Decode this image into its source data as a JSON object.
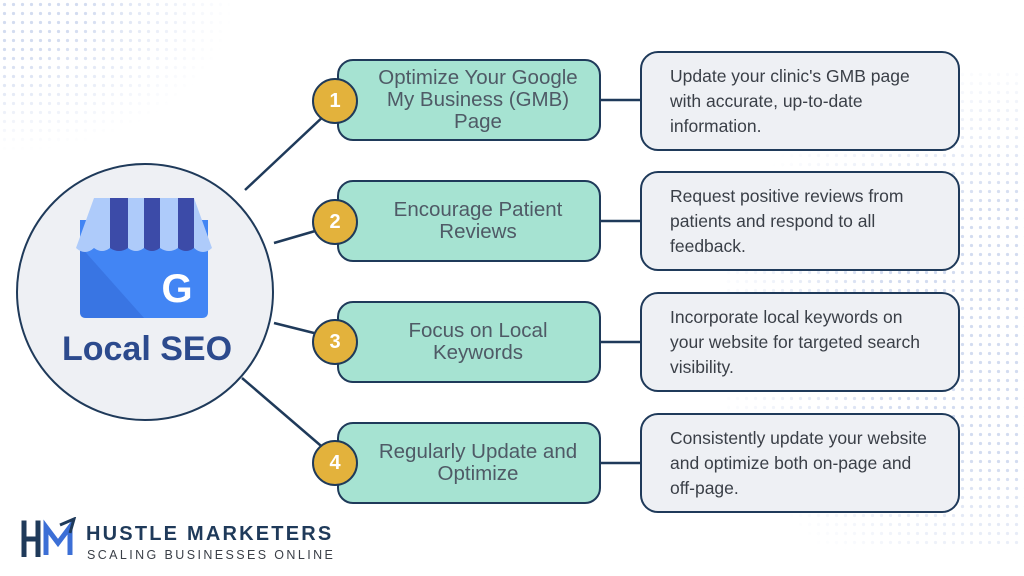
{
  "center": {
    "title": "Local SEO",
    "icon": "google-my-business-store-icon"
  },
  "steps": [
    {
      "number": "1",
      "title": "Optimize Your Google My Business (GMB) Page",
      "description": "Update your clinic's GMB page with accurate, up-to-date information."
    },
    {
      "number": "2",
      "title": "Encourage Patient Reviews",
      "description": "Request positive reviews from patients and respond to all feedback."
    },
    {
      "number": "3",
      "title": "Focus on Local Keywords",
      "description": "Incorporate local keywords on your website for targeted search visibility."
    },
    {
      "number": "4",
      "title": "Regularly Update and Optimize",
      "description": "Consistently update your website and optimize both on-page and off-page."
    }
  ],
  "brand": {
    "name": "HUSTLE MARKETERS",
    "tagline": "SCALING BUSINESSES ONLINE"
  },
  "colors": {
    "navy": "#1f3a5a",
    "teal": "#a6e3d2",
    "gold": "#e3b23c",
    "light_gray": "#eef0f4",
    "title_blue": "#2c4a8d",
    "store_blue": "#4285f4"
  }
}
